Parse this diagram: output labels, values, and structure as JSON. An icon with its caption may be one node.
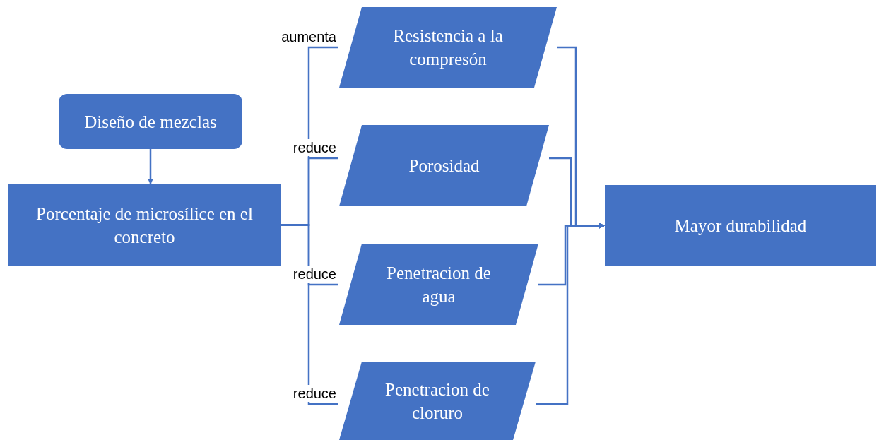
{
  "diagram": {
    "nodes": [
      {
        "text": [
          "Diseño de mezclas"
        ]
      },
      {
        "text": [
          "Porcentaje de microsílice en el concreto"
        ]
      },
      {
        "text": [
          "Resistencia a la compresón"
        ]
      },
      {
        "text": [
          "Porosidad"
        ]
      },
      {
        "text": [
          "Penetracion de agua"
        ]
      },
      {
        "text": [
          "Penetracion de cloruro"
        ]
      },
      {
        "text": [
          "Mayor durabilidad"
        ]
      }
    ],
    "edges": [
      {
        "from": 0,
        "to": 1,
        "arrow": "to"
      },
      {
        "from": 1,
        "to": 2,
        "arrow": "none",
        "label": "aumenta"
      },
      {
        "from": 1,
        "to": 3,
        "arrow": "none",
        "label": "reduce"
      },
      {
        "from": 1,
        "to": 4,
        "arrow": "none",
        "label": "reduce"
      },
      {
        "from": 1,
        "to": 5,
        "arrow": "none",
        "label": "reduce"
      },
      {
        "from": 2,
        "to": 6,
        "arrow": "to"
      },
      {
        "from": 3,
        "to": 6,
        "arrow": "to"
      },
      {
        "from": 4,
        "to": 6,
        "arrow": "to"
      },
      {
        "from": 5,
        "to": 6,
        "arrow": "to"
      }
    ]
  }
}
